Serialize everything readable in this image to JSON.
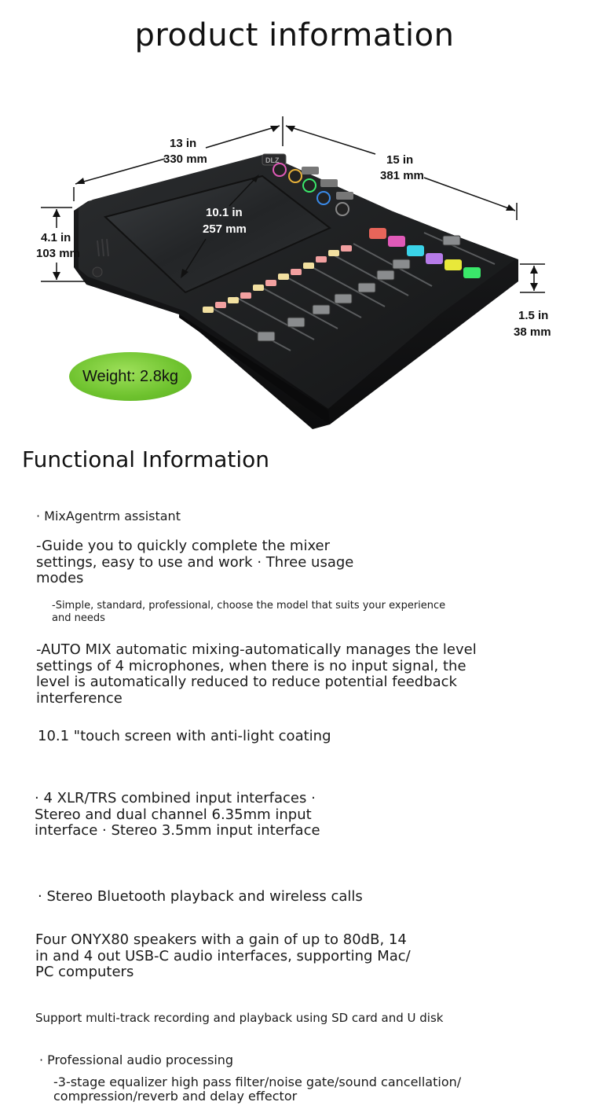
{
  "title": "product information",
  "figure": {
    "width_in": "13 in",
    "width_mm": "330 mm",
    "depth_in": "15 in",
    "depth_mm": "381 mm",
    "height_in": "4.1 in",
    "height_mm": "103 mm",
    "screen_in": "10.1 in",
    "screen_mm": "257 mm",
    "front_in": "1.5 in",
    "front_mm": "38 mm",
    "brand_badge": "DLZ",
    "pad_colors": [
      "#e8655a",
      "#e05ab8",
      "#3ad3e8",
      "#b67be8",
      "#e8e83a",
      "#3ae86a"
    ]
  },
  "weight": "Weight: 2.8kg",
  "section_title": "Functional Information",
  "features": {
    "mixagent": "· MixAgentrm assistant",
    "guide_lines": [
      "-Guide you to quickly complete the mixer",
      "settings, easy to use and work · Three usage",
      "modes"
    ],
    "modes_lines": [
      "-Simple, standard, professional, choose the model that suits your experience",
      "and needs"
    ],
    "automix_lines": [
      "-AUTO MIX automatic mixing-automatically manages the level",
      "settings of 4 microphones, when there is no input signal, the",
      "level is automatically reduced to reduce potential feedback",
      "interference"
    ],
    "touchscreen": "10.1 \"touch screen with anti-light coating",
    "inputs_lines": [
      "· 4 XLR/TRS combined input interfaces ·",
      "Stereo and dual channel 6.35mm input",
      "interface · Stereo 3.5mm input interface"
    ],
    "bluetooth": "· Stereo Bluetooth playback and wireless calls",
    "onyx_lines": [
      "Four ONYX80 speakers with a gain of up to 80dB, 14",
      "in and 4 out USB-C audio interfaces, supporting Mac/",
      "PC computers"
    ],
    "recording": "Support multi-track recording and playback using SD card and U disk",
    "audio_processing": "· Professional audio processing",
    "eq_lines": [
      "-3-stage equalizer high pass filter/noise gate/sound cancellation/",
      "compression/reverb and delay effector"
    ]
  }
}
